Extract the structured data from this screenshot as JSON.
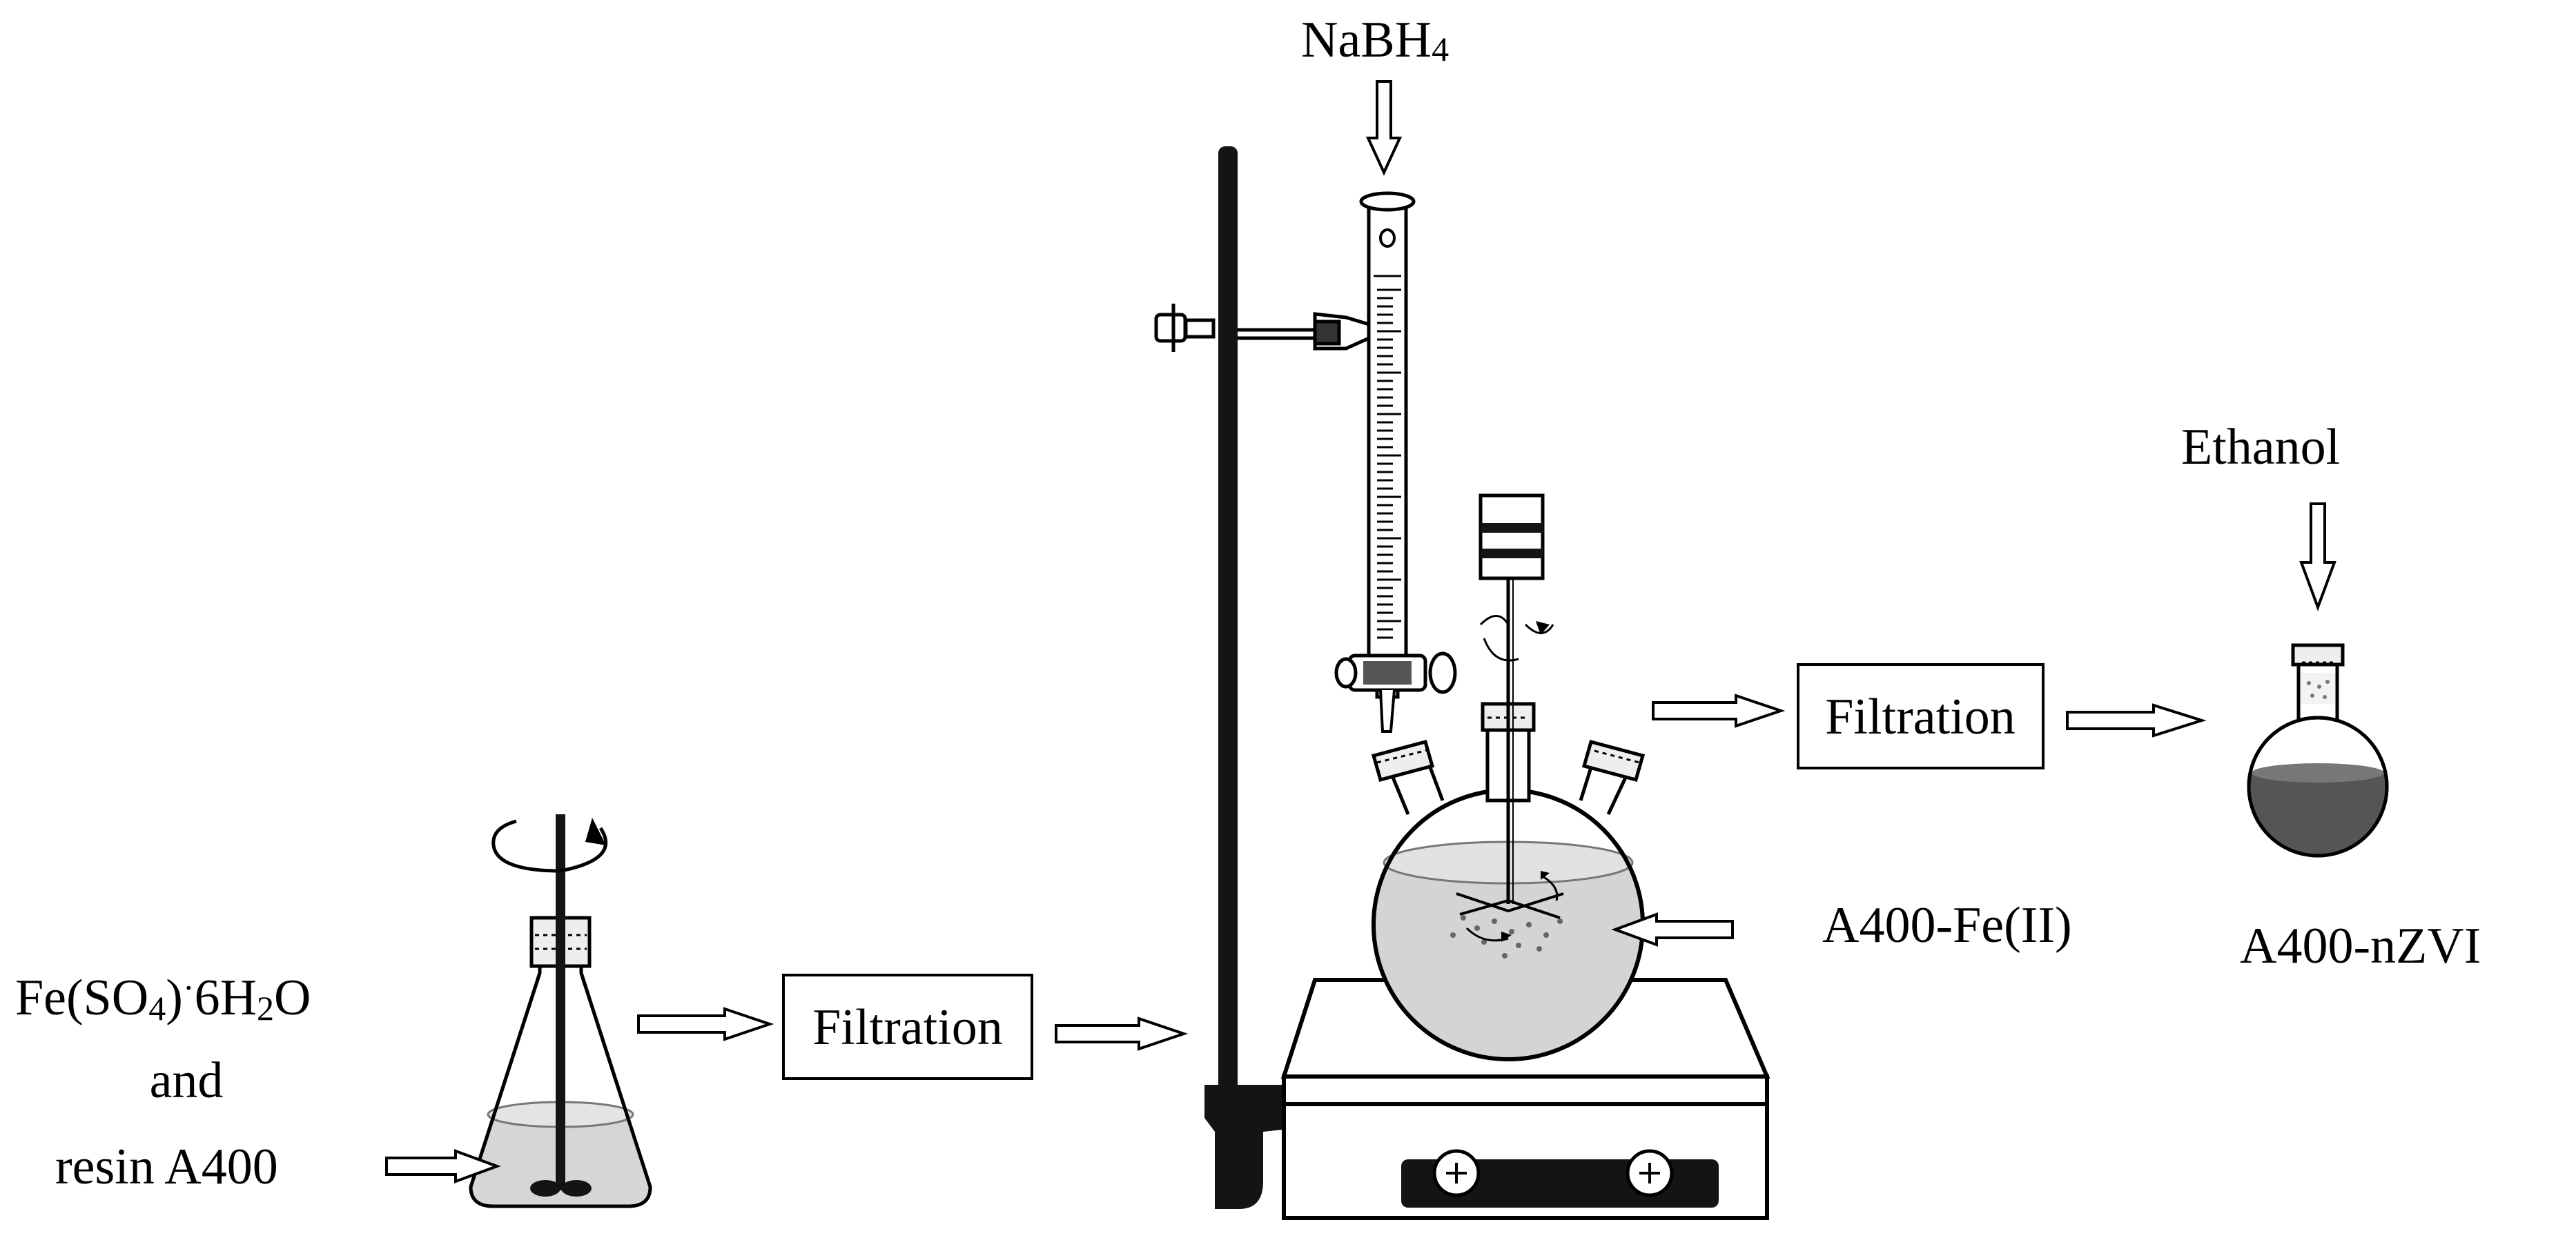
{
  "labels": {
    "reagent_top": "NaBH",
    "reagent_top_sub": "4",
    "reagent_right": "Ethanol",
    "start_part1": "Fe(SO",
    "start_sub1": "4",
    "start_part2": ")",
    "start_dot": "·",
    "start_part3": "6H",
    "start_sub2": "2",
    "start_part4": "O",
    "start_line2": "and",
    "start_line3": "resin A400",
    "filtration_1": "Filtration",
    "filtration_2": "Filtration",
    "intermediate": "A400-Fe(II)",
    "product": "A400-nZVI"
  }
}
